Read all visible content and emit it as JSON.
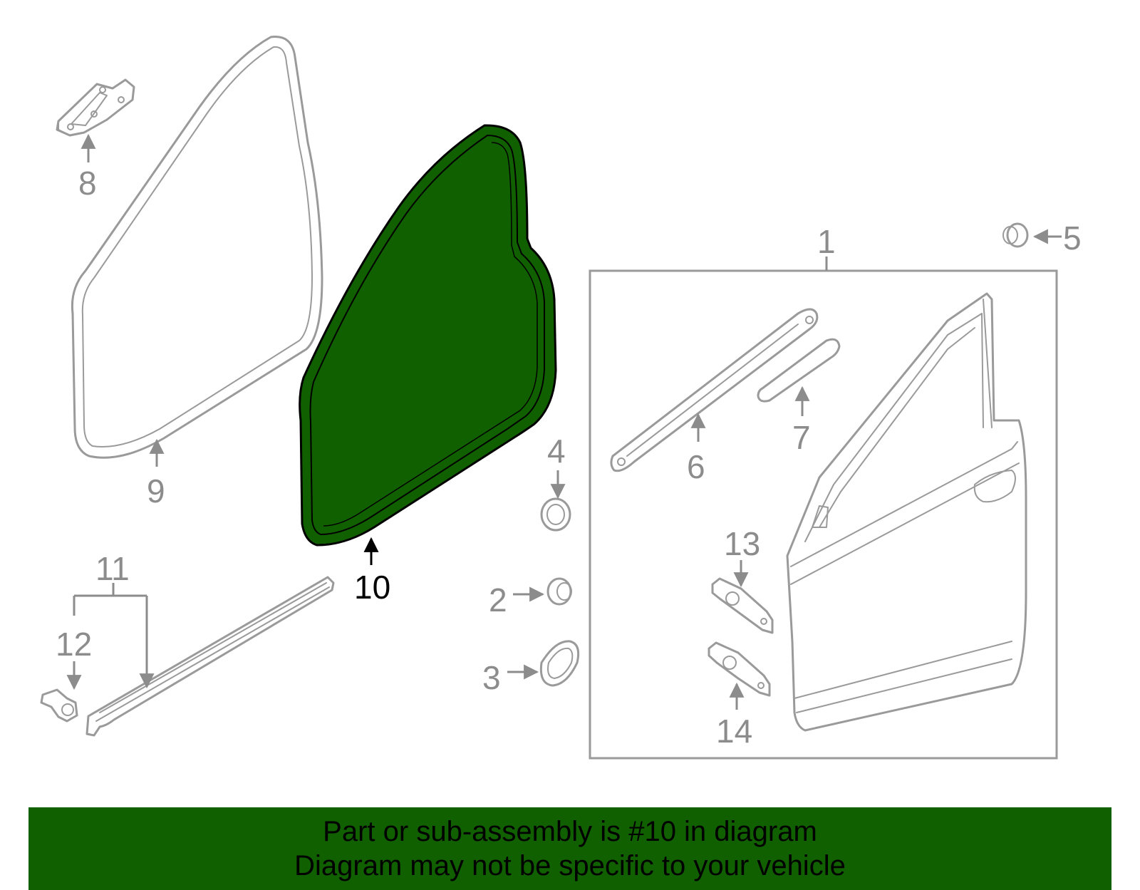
{
  "diagram": {
    "highlight_color": "#116000",
    "labels": {
      "c1": "1",
      "c2": "2",
      "c3": "3",
      "c4": "4",
      "c5": "5",
      "c6": "6",
      "c7": "7",
      "c8": "8",
      "c9": "9",
      "c10": "10",
      "c11": "11",
      "c12": "12",
      "c13": "13",
      "c14": "14"
    },
    "highlighted_part": "10"
  },
  "banner": {
    "line1": "Part or sub-assembly is #10 in diagram",
    "line2": "Diagram may not be specific to your vehicle",
    "background": "#116000"
  }
}
